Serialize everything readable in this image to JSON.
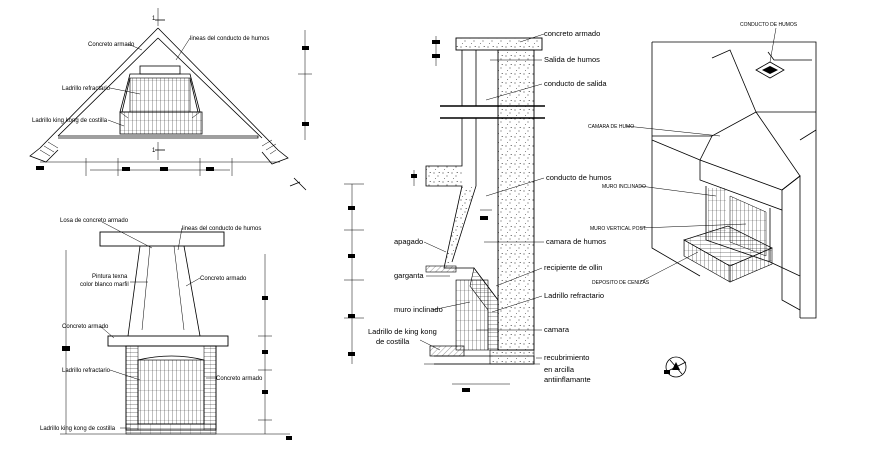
{
  "plan": {
    "concreto_armado": "Concreto armado",
    "lineas_conducto": "lineas del conducto de humos",
    "ladrillo_refractario": "Ladrillo refractario",
    "ladrillo_king_kong": "Ladrillo king kong de costilla",
    "section_mark_top": "1",
    "section_mark_bottom": "1"
  },
  "elevation": {
    "losa": "Losa de concreto armado",
    "lineas_conducto": "lineas del conducto de humos",
    "pintura": "Pintura texna",
    "color": "color blanco marfil",
    "concreto_armado_right": "Concreto armado",
    "concreto_armado_left": "Concreto armado",
    "ladrillo_refractario": "Ladrillo refractario",
    "concreto_armado_low": "Concreto armado",
    "ladrillo_king_kong": "Ladrillo king kong de costilla"
  },
  "section": {
    "concreto_armado": "concreto armado",
    "salida_humos": "Salida de humos",
    "conducto_salida": "conducto de salida",
    "conducto_humos": "conducto de humos",
    "apagado": "apagado",
    "camara_humos": "camara de humos",
    "garganta": "garganta",
    "recipiente_ollin": "recipiente de ollin",
    "muro_inclinado": "muro inclinado",
    "ladrillo_refractario": "Ladrillo refractario",
    "camara": "camara",
    "ladrillo_kk_1": "Ladrillo de king kong",
    "ladrillo_kk_2": "de costilla",
    "recubrimiento": "recubrimiento",
    "en_arcilla": "en arcilla",
    "antiinflamante": "antiinflamante"
  },
  "iso": {
    "conducto_humos": "CONDUCTO DE HUMOS",
    "camara_humo": "CAMARA DE HUMO",
    "muro_inclinado": "MURO INCLINADO",
    "muro_vertical": "MURO VERTICAL POST.",
    "deposito": "DEPOSITO DE CENIZAS"
  }
}
